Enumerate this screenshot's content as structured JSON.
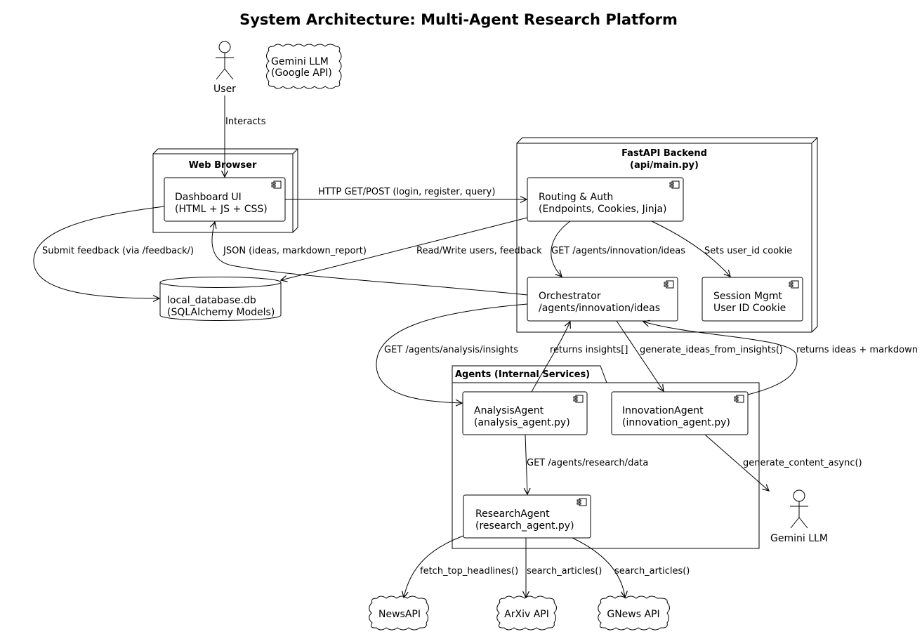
{
  "title": "System Architecture: Multi-Agent Research Platform",
  "actors": {
    "user": "User",
    "gemini": "Gemini LLM"
  },
  "clouds": {
    "gemini_api": [
      "Gemini LLM",
      "(Google API)"
    ],
    "newsapi": "NewsAPI",
    "arxiv": "ArXiv API",
    "gnews": "GNews API"
  },
  "nodes": {
    "browser": "Web Browser",
    "backend": [
      "FastAPI Backend",
      "(api/main.py)"
    ]
  },
  "package": "Agents (Internal Services)",
  "components": {
    "dashboard": [
      "Dashboard UI",
      "(HTML + JS + CSS)"
    ],
    "routing": [
      "Routing & Auth",
      "(Endpoints, Cookies, Jinja)"
    ],
    "orchestrator": [
      "Orchestrator",
      "/agents/innovation/ideas"
    ],
    "session": [
      "Session Mgmt",
      "User ID Cookie"
    ],
    "analysis": [
      "AnalysisAgent",
      "(analysis_agent.py)"
    ],
    "innovation": [
      "InnovationAgent",
      "(innovation_agent.py)"
    ],
    "research": [
      "ResearchAgent",
      "(research_agent.py)"
    ]
  },
  "database": [
    "local_database.db",
    "(SQLAlchemy Models)"
  ],
  "edges": {
    "interacts": "Interacts",
    "http": "HTTP GET/POST (login, register, query)",
    "feedback": "Submit feedback (via /feedback/)",
    "json": "JSON (ideas, markdown_report)",
    "readwrite": "Read/Write users, feedback",
    "get_ideas": "GET /agents/innovation/ideas",
    "sets_cookie": "Sets user_id cookie",
    "get_insights": "GET /agents/analysis/insights",
    "returns_insights": "returns insights[]",
    "gen_ideas": "generate_ideas_from_insights()",
    "returns_ideas": "returns ideas + markdown",
    "get_research": "GET /agents/research/data",
    "gen_content": "generate_content_async()",
    "fetch_headlines": "fetch_top_headlines()",
    "search_arxiv": "search_articles()",
    "search_gnews": "search_articles()"
  }
}
